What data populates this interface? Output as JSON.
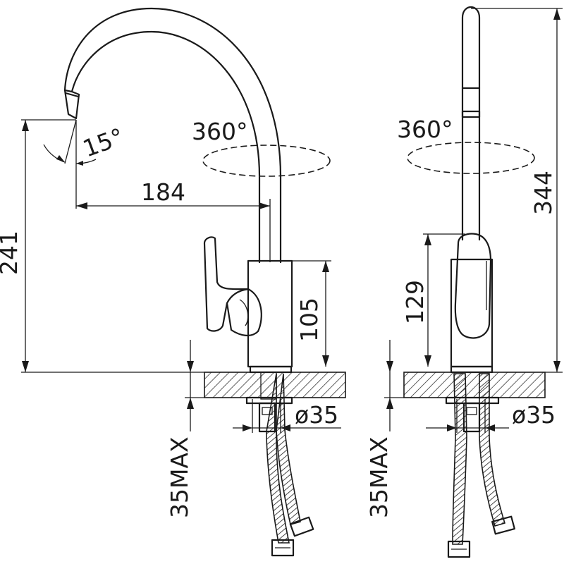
{
  "front_view": {
    "dim_angle": "15°",
    "dim_rotation": "360°",
    "dim_reach": "184",
    "dim_height": "241",
    "dim_body": "105",
    "dim_hole": "ø35",
    "dim_deck": "35MAX"
  },
  "side_view": {
    "dim_rotation": "360°",
    "dim_height": "344",
    "dim_body": "129",
    "dim_hole": "ø35",
    "dim_deck": "35MAX"
  }
}
